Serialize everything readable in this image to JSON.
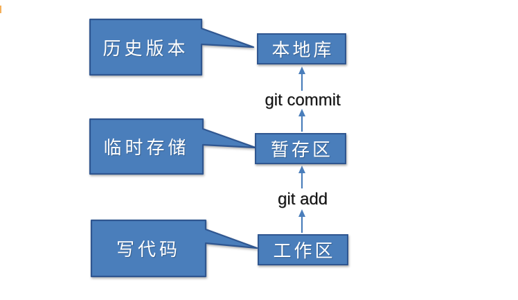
{
  "nodes": [
    {
      "label": "本地库"
    },
    {
      "label": "暂存区"
    },
    {
      "label": "工作区"
    }
  ],
  "callouts": [
    {
      "label": "历史版本",
      "points_to": "本地库"
    },
    {
      "label": "临时存储",
      "points_to": "暂存区"
    },
    {
      "label": "写代码",
      "points_to": "工作区"
    }
  ],
  "edges": [
    {
      "label": "git commit",
      "from": "暂存区",
      "to": "本地库"
    },
    {
      "label": "git add",
      "from": "工作区",
      "to": "暂存区"
    }
  ],
  "colors": {
    "shape_fill": "#4a7ebb",
    "shape_border": "#2f5690",
    "arrow": "#4a7ebb",
    "shape_text": "#ffffff",
    "edge_label_text": "#161616",
    "background": "#ffffff",
    "accent_sliver": "#f5b05a"
  }
}
